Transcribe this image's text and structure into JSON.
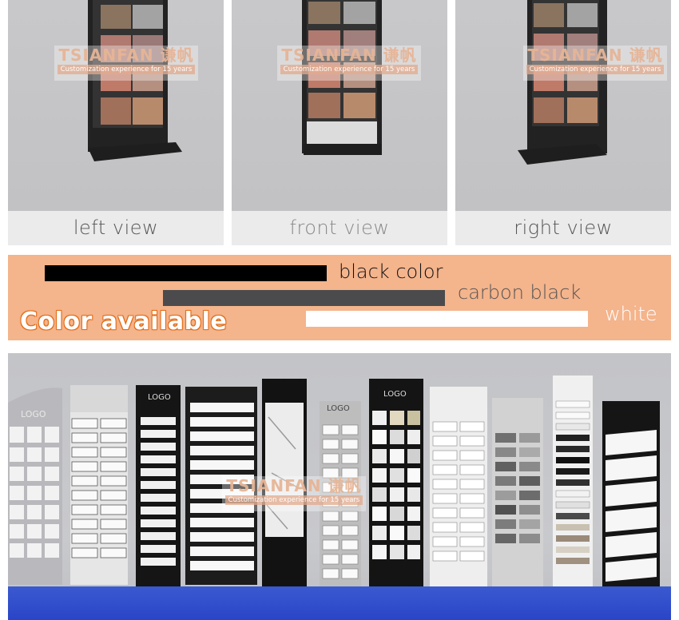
{
  "views": [
    {
      "caption": "left view"
    },
    {
      "caption": "front view"
    },
    {
      "caption": "right view"
    }
  ],
  "watermark": {
    "brand": "TSIANFAN 谦帆",
    "tagline": "Customization experience for 15 years"
  },
  "colors": {
    "title": "Color available",
    "options": [
      {
        "label": "black color",
        "hex": "#000000"
      },
      {
        "label": "carbon black",
        "hex": "#4b4b4d"
      },
      {
        "label": "white",
        "hex": "#ffffff"
      }
    ],
    "panel_bg": "#f4b48c",
    "title_outline": "#e36c16"
  },
  "showroom": {
    "logos": [
      "LOGO",
      "LOGO",
      "LOGO",
      "LOGO"
    ],
    "floor_color": "#2a45c8"
  }
}
